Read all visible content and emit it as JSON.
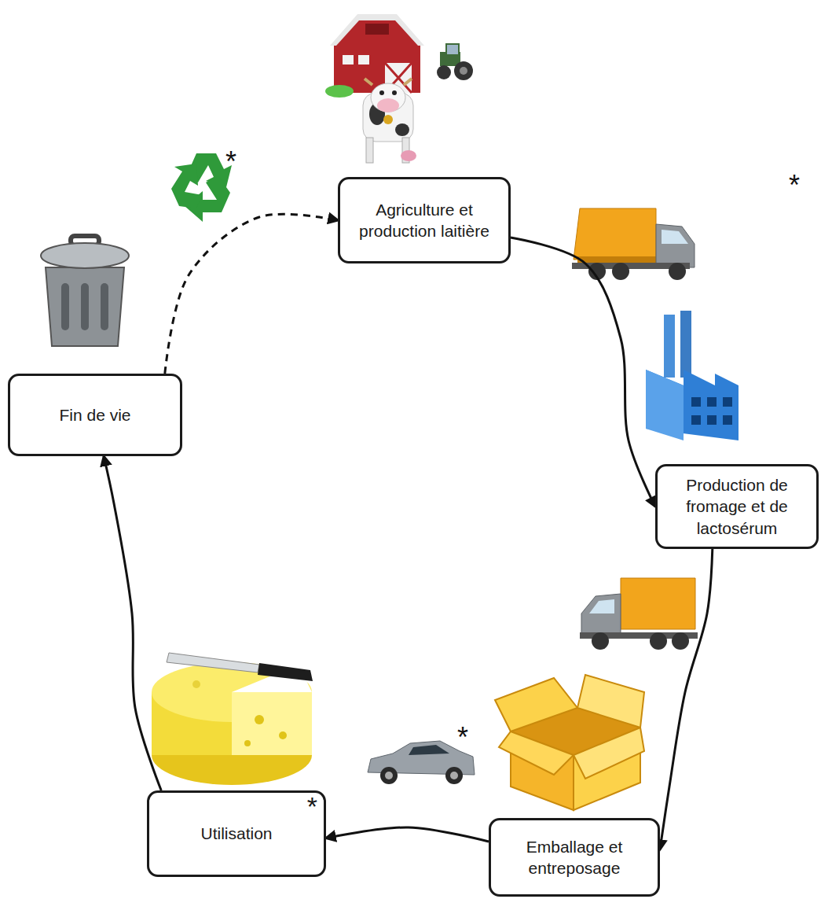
{
  "diagram": {
    "nodes": [
      {
        "text": [
          "Agriculture et production laitière"
        ]
      },
      {
        "text": [
          "Production de fromage et de lactosérum"
        ]
      },
      {
        "text": [
          "Emballage et entreposage"
        ]
      },
      {
        "text": [
          "Utilisation",
          "*"
        ]
      },
      {
        "text": [
          "Fin de vie"
        ]
      }
    ],
    "edges": [
      {
        "from": 0,
        "to": 1,
        "arrow": "to"
      },
      {
        "from": 1,
        "to": 2,
        "arrow": "to"
      },
      {
        "from": 2,
        "to": 3,
        "arrow": "to"
      },
      {
        "from": 3,
        "to": 4,
        "arrow": "to"
      },
      {
        "from": 4,
        "to": 0,
        "arrow": "to"
      }
    ],
    "labels": [
      "*",
      "*",
      "*"
    ]
  }
}
